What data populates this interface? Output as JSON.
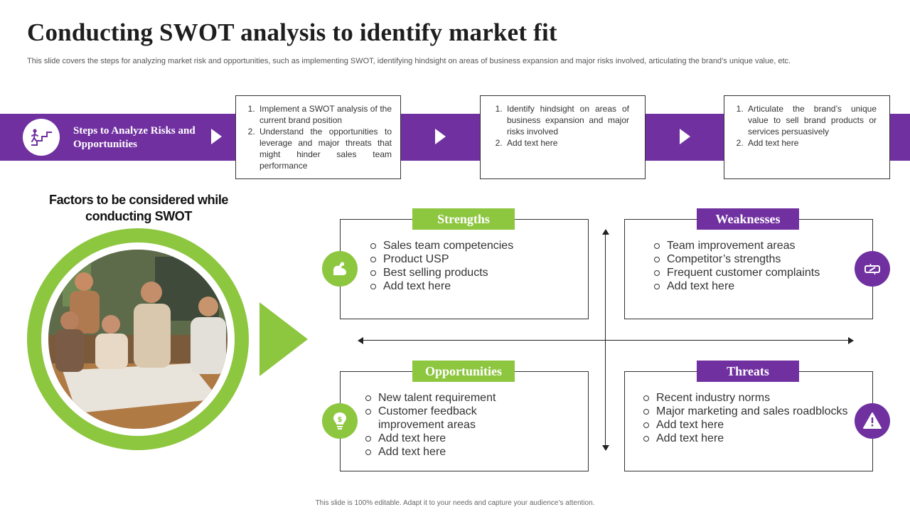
{
  "header": {
    "title": "Conducting SWOT analysis to identify market fit",
    "subtitle": "This slide covers the steps for analyzing market risk and opportunities, such as implementing SWOT, identifying hindsight on areas of business expansion and major risks involved, articulating the brand’s unique value, etc."
  },
  "steps_band": {
    "label": "Steps to Analyze Risks and Opportunities",
    "icon": "stairs-person-icon",
    "colors": {
      "band": "#7030a0",
      "accent": "#8dc63f"
    },
    "steps": [
      {
        "items": [
          "Implement a SWOT analysis of the current brand position",
          "Understand the opportunities to leverage and major threats that might hinder sales team performance"
        ]
      },
      {
        "items": [
          "Identify hindsight on areas of business expansion and major risks involved",
          "Add text here"
        ]
      },
      {
        "items": [
          "Articulate the brand’s unique value to sell brand products or services persuasively",
          "Add text here"
        ]
      }
    ]
  },
  "factors": {
    "title": "Factors to be considered while conducting SWOT",
    "image": "team-meeting-photo"
  },
  "swot": {
    "strengths": {
      "title": "Strengths",
      "icon": "flexed-arm-icon",
      "items": [
        "Sales team competencies",
        "Product USP",
        "Best selling products",
        "Add text here"
      ]
    },
    "weaknesses": {
      "title": "Weaknesses",
      "icon": "broken-link-icon",
      "items": [
        "Team improvement areas",
        "Competitor’s strengths",
        "Frequent customer complaints",
        "Add text here"
      ]
    },
    "opportunities": {
      "title": "Opportunities",
      "icon": "dollar-bulb-icon",
      "items": [
        "New talent requirement",
        "Customer feedback improvement areas",
        "Add text here",
        "Add text here"
      ]
    },
    "threats": {
      "title": "Threats",
      "icon": "warning-icon",
      "items": [
        "Recent industry norms",
        "Major marketing and sales roadblocks",
        "Add text here",
        "Add text here"
      ]
    }
  },
  "footer": "This slide is 100% editable. Adapt it to your needs and capture your audience’s attention."
}
